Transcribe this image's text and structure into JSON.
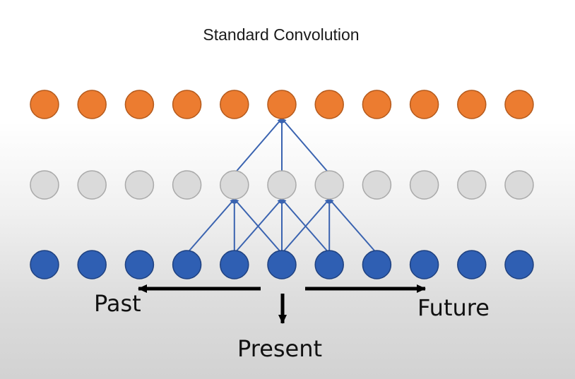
{
  "title": "Standard Convolution",
  "labels": {
    "past": "Past",
    "present": "Present",
    "future": "Future"
  },
  "colors": {
    "output_fill": "#ec7c30",
    "output_stroke": "#b55a1c",
    "hidden_fill": "#dadada",
    "hidden_stroke": "#a9a9a9",
    "input_fill": "#2f5fb3",
    "input_stroke": "#1f4180",
    "edge": "#3a63b0",
    "arrow": "#000000"
  },
  "layers": [
    {
      "name": "output",
      "count": 11
    },
    {
      "name": "hidden",
      "count": 11
    },
    {
      "name": "input",
      "count": 11
    }
  ],
  "edges": [
    {
      "from_layer": 1,
      "from": 4,
      "to_layer": 0,
      "to": 5
    },
    {
      "from_layer": 1,
      "from": 5,
      "to_layer": 0,
      "to": 5
    },
    {
      "from_layer": 1,
      "from": 6,
      "to_layer": 0,
      "to": 5
    },
    {
      "from_layer": 2,
      "from": 3,
      "to_layer": 1,
      "to": 4
    },
    {
      "from_layer": 2,
      "from": 4,
      "to_layer": 1,
      "to": 4
    },
    {
      "from_layer": 2,
      "from": 5,
      "to_layer": 1,
      "to": 4
    },
    {
      "from_layer": 2,
      "from": 4,
      "to_layer": 1,
      "to": 5
    },
    {
      "from_layer": 2,
      "from": 5,
      "to_layer": 1,
      "to": 5
    },
    {
      "from_layer": 2,
      "from": 6,
      "to_layer": 1,
      "to": 5
    },
    {
      "from_layer": 2,
      "from": 5,
      "to_layer": 1,
      "to": 6
    },
    {
      "from_layer": 2,
      "from": 6,
      "to_layer": 1,
      "to": 6
    },
    {
      "from_layer": 2,
      "from": 7,
      "to_layer": 1,
      "to": 6
    }
  ]
}
